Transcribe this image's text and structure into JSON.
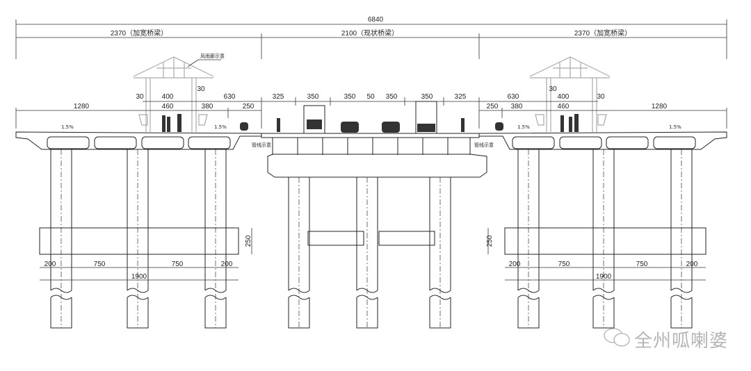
{
  "drawing": {
    "total_width": "6840",
    "segments": [
      "2370（加宽桥梁）",
      "2100（现状桥梁）",
      "2370（加宽桥梁）"
    ],
    "pavilion_label": "风雨廊示意",
    "pipeline_label": "管线示意",
    "slope": "1.5%",
    "left_row1": [
      "30",
      "400",
      "30",
      "630"
    ],
    "left_row2": [
      "1280",
      "460",
      "380",
      "250"
    ],
    "center_row": [
      "325",
      "350",
      "350",
      "50",
      "350",
      "350",
      "325"
    ],
    "right_row1": [
      "630",
      "30",
      "400",
      "30"
    ],
    "right_row2": [
      "250",
      "380",
      "460",
      "1280"
    ],
    "cap_height": "250",
    "pier_spacing": [
      "200",
      "750",
      "750",
      "200"
    ],
    "cap_width": "1900"
  },
  "watermark": "全州呱喇婆"
}
